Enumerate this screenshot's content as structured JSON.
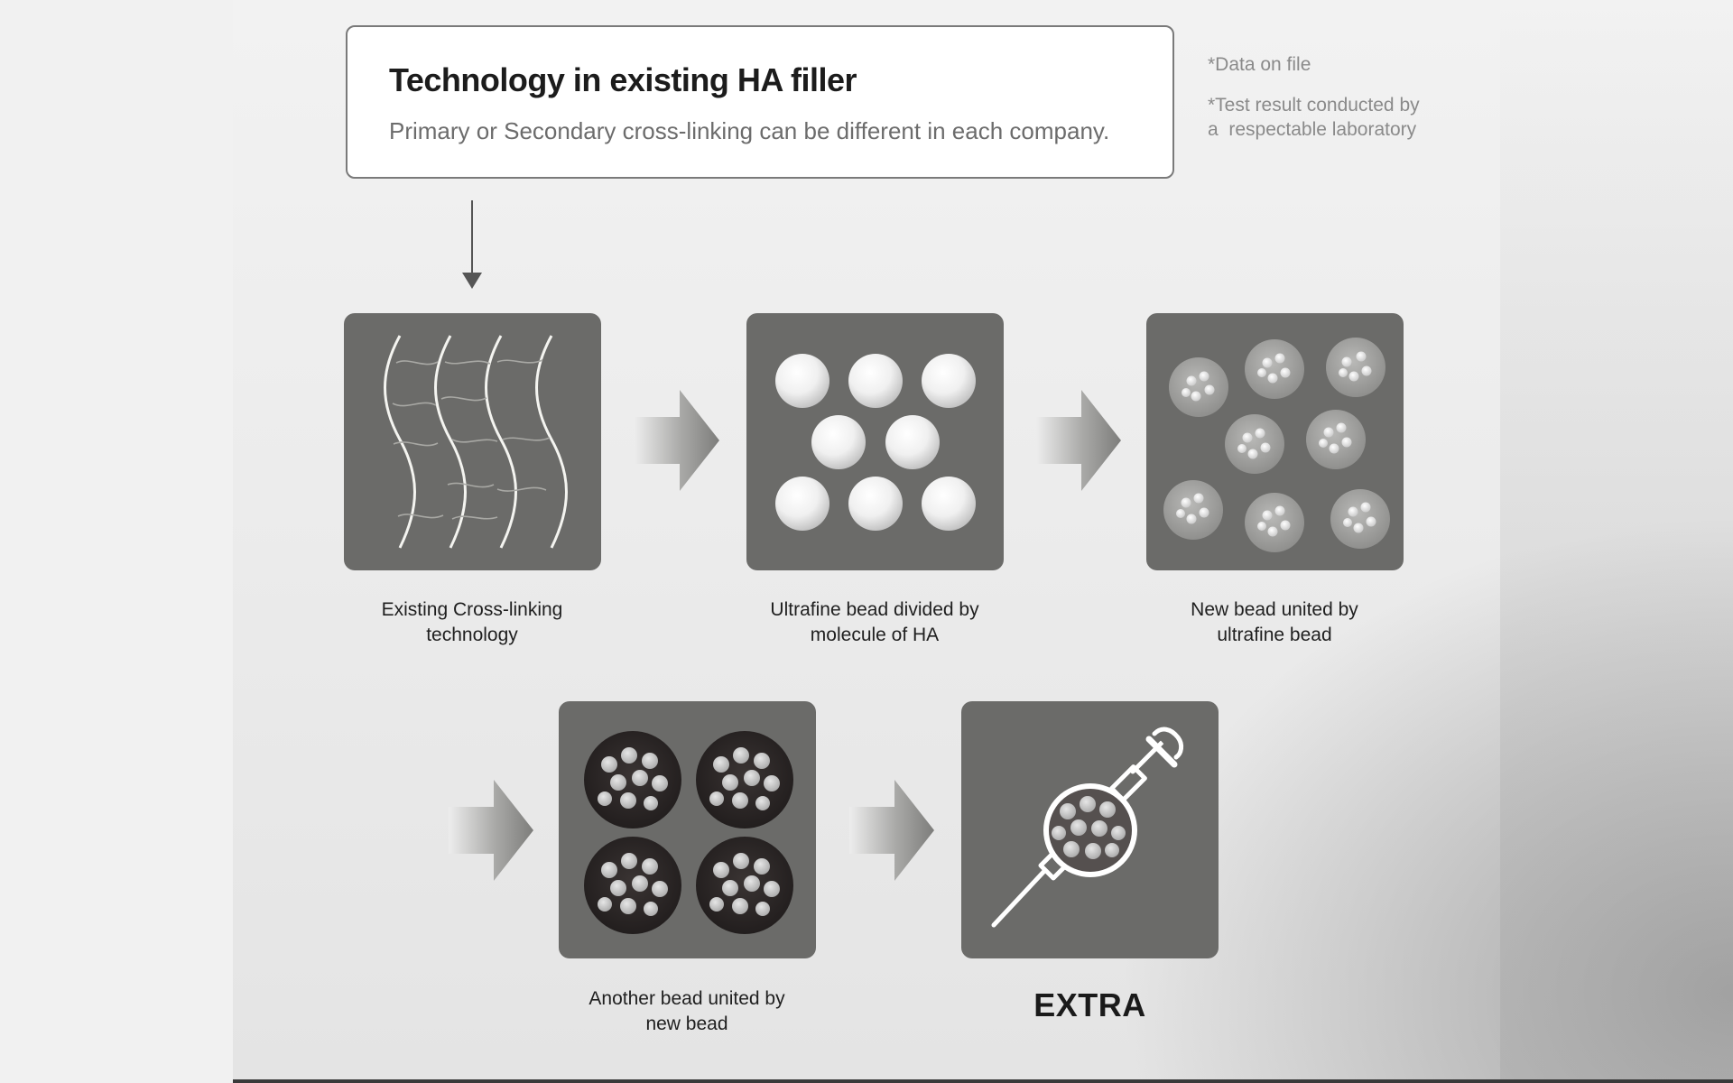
{
  "header": {
    "title": "Technology in existing HA filler",
    "subtitle": "Primary or Secondary cross-linking can be different in each company."
  },
  "notes": {
    "data_on_file": "*Data on file",
    "test_result": "*Test result conducted by a  respectable laboratory"
  },
  "steps": [
    {
      "caption_line1": "Existing Cross-linking",
      "caption_line2": "technology",
      "icon": "wavy-strands-icon"
    },
    {
      "caption_line1": "Ultrafine bead divided by",
      "caption_line2": "molecule of HA",
      "icon": "white-beads-icon"
    },
    {
      "caption_line1": "New bead united by",
      "caption_line2": "ultrafine bead",
      "icon": "clustered-beads-icon"
    },
    {
      "caption_line1": "Another bead united by",
      "caption_line2": "new bead",
      "icon": "dark-cluster-beads-icon"
    },
    {
      "label": "EXTRA",
      "icon": "syringe-icon"
    }
  ],
  "colors": {
    "panel": "#6b6b69",
    "arrow_dark": "#7a7a78",
    "arrow_light": "#e6e6e6"
  }
}
